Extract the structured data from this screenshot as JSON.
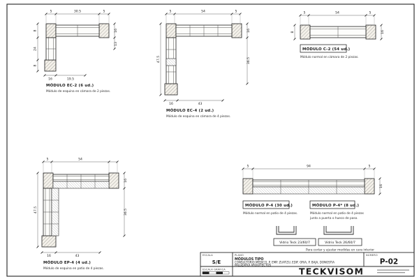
{
  "titleblock": {
    "escala_label": "ESCALA",
    "escala_value": "S/E",
    "plano_label": "PLANO",
    "plano_line1": "MÓDULOS TIPO",
    "plano_line2": "CONSULTORIO MÉDICO, P. EMP. ZUATZU, EDIF. ORIA, P. BAJA, DONOSTIA",
    "plano_line3": "PALUZARUI ARQUITECTOS",
    "numero_label": "NÚMERO",
    "numero_value": "P-02",
    "escala_grafica_label": "ESCALA GRÁFICA",
    "logo": "TECKVISOM"
  },
  "modules": {
    "ec2": {
      "label": "MÓDULO EC-2 (6 ud.)",
      "desc": "Módulo de esquina en cámara de 2 piezas.",
      "dim_top": [
        "5",
        "30.5",
        "5"
      ],
      "dim_left": [
        "8",
        "24",
        "8"
      ],
      "dim_right": [
        "16",
        "13"
      ],
      "dim_bottom": [
        "16",
        "19.5"
      ]
    },
    "ec4": {
      "label": "MÓDULO EC-4 (2 ud.)",
      "desc": "Módulo de esquina en cámara de 4 piezas.",
      "dim_top": [
        "5",
        "54",
        "5"
      ],
      "dim_left": [
        "47.5"
      ],
      "dim_right": [
        "16",
        "36.5"
      ],
      "dim_bottom": [
        "16",
        "43"
      ]
    },
    "c2": {
      "label": "MÓDULO C-2 (54 ud.)",
      "desc": "Módulo normal en cámara de 2 piezas.",
      "dim_top": [
        "5",
        "54",
        "5"
      ],
      "dim_left": [
        "8"
      ],
      "dim_right": [
        "16"
      ]
    },
    "ep4": {
      "label": "MÓDULO EP-4 (4 ud.)",
      "desc": "Módulo de esquina en patio de 4 piezas.",
      "dim_top": [
        "5",
        "54"
      ],
      "dim_left": [
        "47.5"
      ],
      "dim_right": [
        "16",
        "36.5"
      ],
      "dim_bottom": [
        "16",
        "43"
      ]
    },
    "p4": {
      "label": "MÓDULO P-4 (30 ud.)",
      "desc": "Módulo normal en patio de 4 piezas.",
      "dim_top": [
        "5",
        "94",
        "5"
      ],
      "dim_right": [
        "16"
      ]
    },
    "p4s": {
      "label": "MÓDULO P-4* (8 ud.)",
      "desc1": "Módulo normal en patio de 4 piezas",
      "desc2": "junto a puerta o hueco de paso."
    }
  },
  "glazing": {
    "v1": "Vidrio Teck 23/60/7",
    "v2": "Vidrio Teck 26/60/7",
    "note": "Para cortar y ajustar medidas en cara interior"
  }
}
